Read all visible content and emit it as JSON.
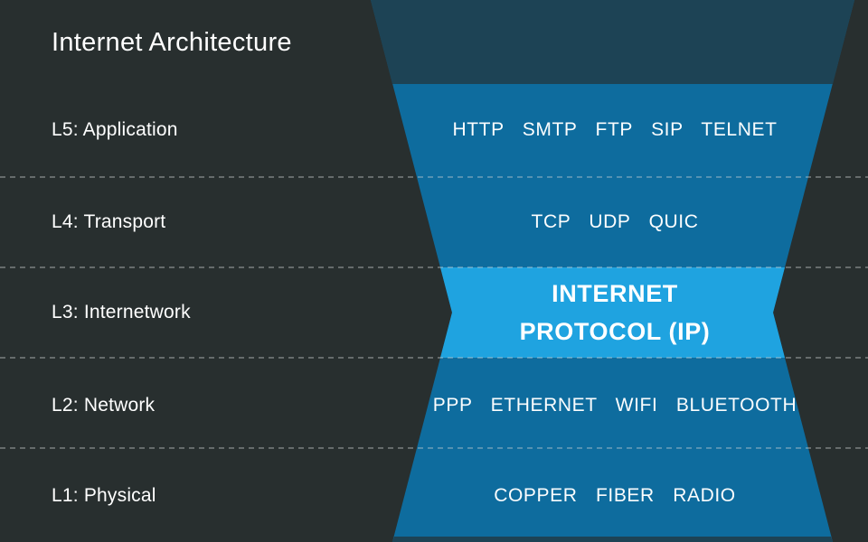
{
  "title": "Internet Architecture",
  "colors": {
    "background": "#282f2f",
    "funnel_cap": "#1d4355",
    "funnel_main": "#0e6c9e",
    "funnel_highlight": "#1fa3e0",
    "text": "#ffffff",
    "divider": "#ccd2d2"
  },
  "layers": [
    {
      "id": "L5",
      "label": "L5: Application",
      "protocols": "HTTP SMTP FTP SIP TELNET"
    },
    {
      "id": "L4",
      "label": "L4: Transport",
      "protocols": "TCP UDP QUIC"
    },
    {
      "id": "L3",
      "label": "L3: Internetwork",
      "protocols_line1": "INTERNET",
      "protocols_line2": "PROTOCOL (IP)"
    },
    {
      "id": "L2",
      "label": "L2: Network",
      "protocols": "PPP ETHERNET WIFI BLUETOOTH"
    },
    {
      "id": "L1",
      "label": "L1: Physical",
      "protocols": "COPPER FIBER RADIO"
    }
  ]
}
